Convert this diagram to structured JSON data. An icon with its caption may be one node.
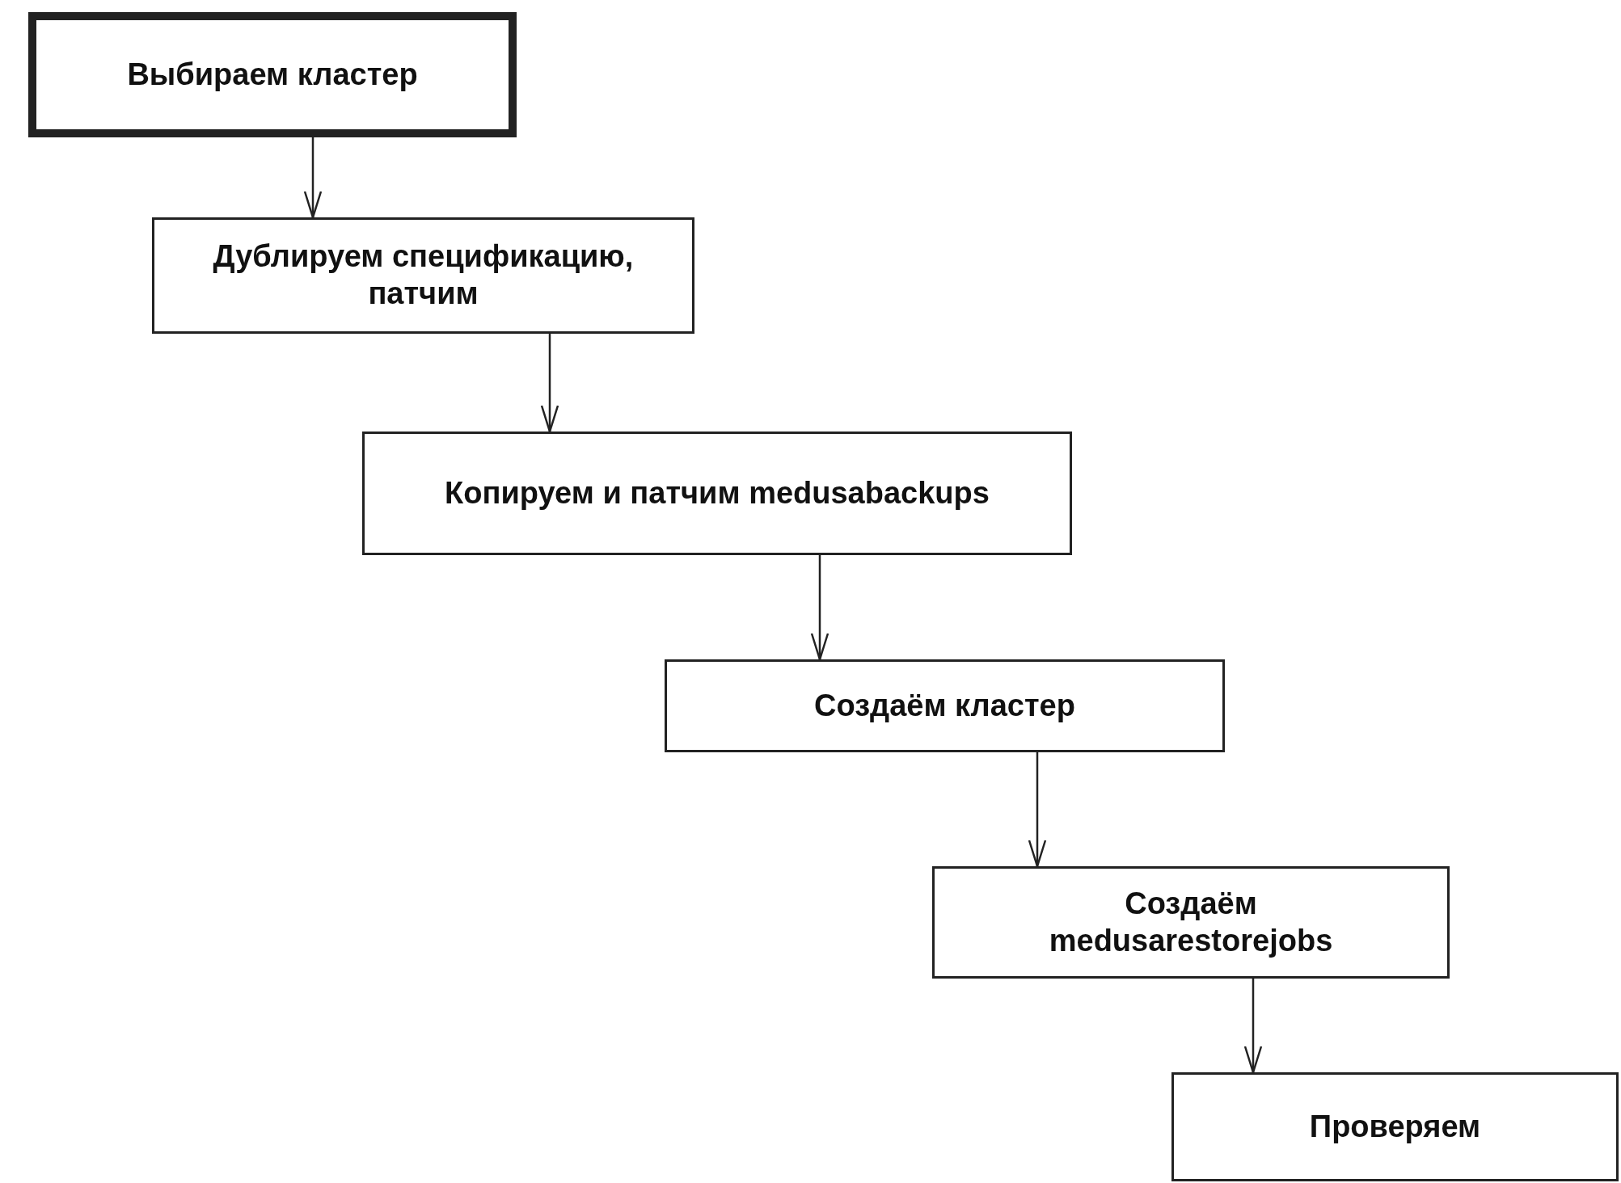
{
  "diagram": {
    "nodes": [
      {
        "text": [
          "Выбираем кластер"
        ]
      },
      {
        "text": [
          "Дублируем спецификацию, патчим"
        ]
      },
      {
        "text": [
          "Копируем и патчим medusabackups"
        ]
      },
      {
        "text": [
          "Создаём кластер"
        ]
      },
      {
        "text": [
          "Создаём medusarestorejobs"
        ]
      },
      {
        "text": [
          "Проверяем"
        ]
      }
    ],
    "edges": [
      {
        "from": 0,
        "to": 1,
        "arrow": "to"
      },
      {
        "from": 1,
        "to": 2,
        "arrow": "to"
      },
      {
        "from": 2,
        "to": 3,
        "arrow": "to"
      },
      {
        "from": 3,
        "to": 4,
        "arrow": "to"
      },
      {
        "from": 4,
        "to": 5,
        "arrow": "to"
      }
    ]
  }
}
